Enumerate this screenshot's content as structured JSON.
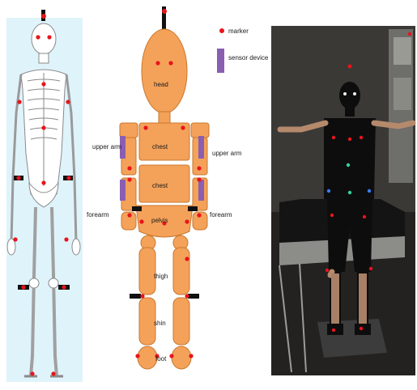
{
  "legend": {
    "marker_label": "marker",
    "sensor_label": "sensor device"
  },
  "segments": {
    "head": "head",
    "chest_upper": "chest",
    "chest_lower": "chest",
    "pelvis": "pelvis",
    "thigh": "thigh",
    "shin": "shin",
    "foot": "foot"
  },
  "side_labels": {
    "upper_arm_left": "upper arm",
    "upper_arm_right": "upper arm",
    "forearm_left": "forearm",
    "forearm_right": "forearm"
  },
  "colors": {
    "marker": "#e8141c",
    "sensor": "#8a5fb0",
    "segment_fill": "#f4a25a",
    "segment_stroke": "#c9772e",
    "skeleton_bg": "#dff3fb",
    "photo_bg": "#2a2a2a"
  }
}
